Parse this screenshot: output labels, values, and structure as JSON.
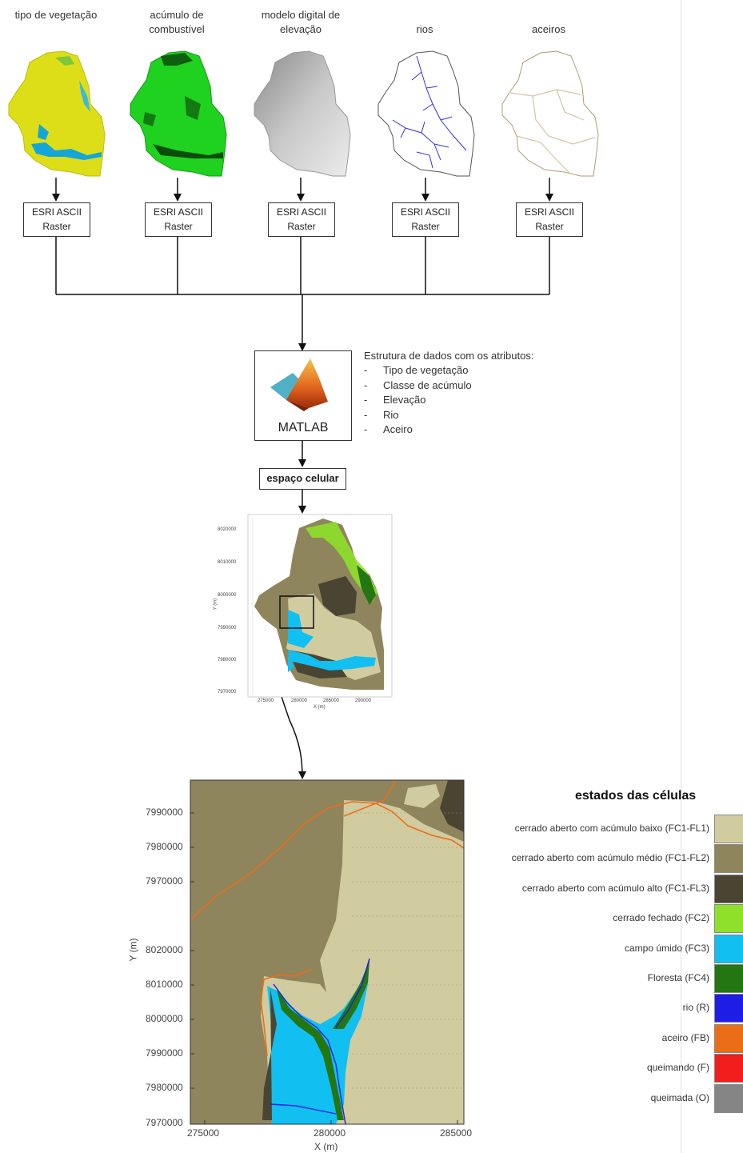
{
  "sources": [
    {
      "label": "tipo de vegetação",
      "box": [
        "ESRI ASCII",
        "Raster"
      ]
    },
    {
      "label": "acúmulo de combustível",
      "box": [
        "ESRI ASCII",
        "Raster"
      ]
    },
    {
      "label": "modelo digital de elevação",
      "box": [
        "ESRI ASCII",
        "Raster"
      ]
    },
    {
      "label": "rios",
      "box": [
        "ESRI ASCII",
        "Raster"
      ]
    },
    {
      "label": "aceiros",
      "box": [
        "ESRI ASCII",
        "Raster"
      ]
    }
  ],
  "matlab": {
    "label": "MATLAB",
    "attributes_title": "Estrutura de dados com os atributos:",
    "attributes": [
      "Tipo de vegetação",
      "Classe de acúmulo",
      "Elevação",
      "Rio",
      "Aceiro"
    ]
  },
  "cell_space": {
    "label": "espaço celular"
  },
  "small_map": {
    "ylabel": "Y (m)",
    "xlabel": "X (m)",
    "yticks": [
      "8020000",
      "8010000",
      "8000000",
      "7990000",
      "7980000",
      "7970000"
    ],
    "xticks": [
      "275000",
      "280000",
      "285000",
      "290000"
    ]
  },
  "chart_data": {
    "type": "heatmap",
    "xlabel": "X (m)",
    "ylabel": "Y (m)",
    "yticks": [
      "7990000",
      "7980000",
      "7970000",
      "8020000",
      "8010000",
      "8000000",
      "7990000",
      "7980000",
      "7970000"
    ],
    "xticks": [
      "275000",
      "280000",
      "285000"
    ]
  },
  "legend": {
    "title": "estados das células",
    "items": [
      {
        "label": "cerrado aberto com acúmulo baixo (FC1-FL1)",
        "color": "#d1cba0"
      },
      {
        "label": "cerrado aberto com acúmulo médio (FC1-FL2)",
        "color": "#8f855d"
      },
      {
        "label": "cerrado aberto com acúmulo alto (FC1-FL3)",
        "color": "#4a4432"
      },
      {
        "label": "cerrado fechado (FC2)",
        "color": "#8ee02a"
      },
      {
        "label": "campo úmido (FC3)",
        "color": "#11bff0"
      },
      {
        "label": "Floresta (FC4)",
        "color": "#247612"
      },
      {
        "label": "rio (R)",
        "color": "#1d1de6"
      },
      {
        "label": "aceiro (FB)",
        "color": "#ec6d17"
      },
      {
        "label": "queimando (F)",
        "color": "#f21d1d"
      },
      {
        "label": "queimada (O)",
        "color": "#858585"
      }
    ]
  }
}
